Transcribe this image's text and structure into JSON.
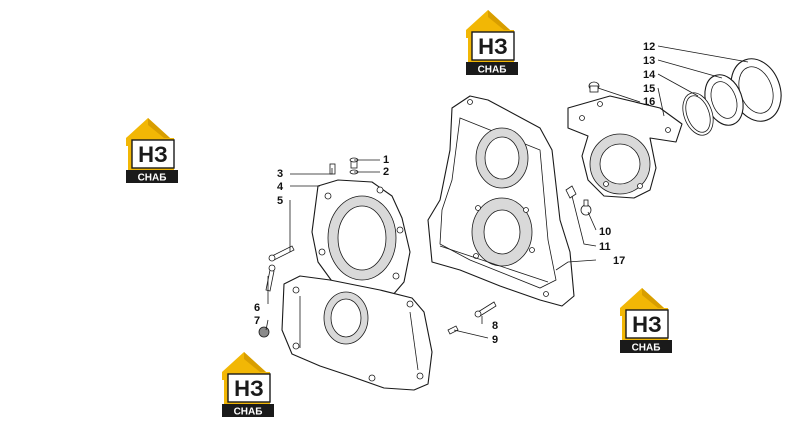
{
  "brand": {
    "logo_letters": "НЗ",
    "logo_caption": "СНАБ",
    "colors": {
      "yellow": "#f2b705",
      "dark": "#1a1a1a",
      "white": "#ffffff"
    }
  },
  "diagram": {
    "callouts": [
      {
        "id": "1",
        "label": "1"
      },
      {
        "id": "2",
        "label": "2"
      },
      {
        "id": "3",
        "label": "3"
      },
      {
        "id": "4",
        "label": "4"
      },
      {
        "id": "5",
        "label": "5"
      },
      {
        "id": "6",
        "label": "6"
      },
      {
        "id": "7",
        "label": "7"
      },
      {
        "id": "8",
        "label": "8"
      },
      {
        "id": "9",
        "label": "9"
      },
      {
        "id": "10",
        "label": "10"
      },
      {
        "id": "11",
        "label": "11"
      },
      {
        "id": "12",
        "label": "12"
      },
      {
        "id": "13",
        "label": "13"
      },
      {
        "id": "14",
        "label": "14"
      },
      {
        "id": "15",
        "label": "15"
      },
      {
        "id": "16",
        "label": "16"
      },
      {
        "id": "17",
        "label": "17"
      }
    ]
  }
}
